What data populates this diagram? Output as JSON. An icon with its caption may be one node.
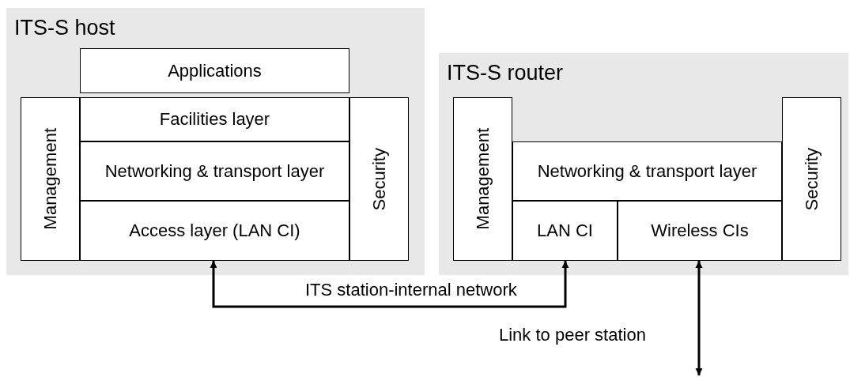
{
  "diagram": {
    "nodes": [
      {
        "text": [
          "ITS-S host"
        ]
      },
      {
        "text": [
          "Applications"
        ],
        "in": 0
      },
      {
        "text": [
          "Management"
        ],
        "in": 0
      },
      {
        "text": [
          "Facilities layer"
        ],
        "in": 0
      },
      {
        "text": [
          "Networking & transport layer"
        ],
        "in": 0
      },
      {
        "text": [
          "Access layer (LAN CI)"
        ],
        "in": 0
      },
      {
        "text": [
          "Security"
        ],
        "in": 0
      },
      {
        "text": [
          "ITS-S router"
        ]
      },
      {
        "text": [
          "Management"
        ],
        "in": 7
      },
      {
        "text": [
          "Networking & transport layer"
        ],
        "in": 7
      },
      {
        "text": [
          "LAN CI"
        ],
        "in": 7
      },
      {
        "text": [
          "Wireless CIs"
        ],
        "in": 7
      },
      {
        "text": [
          "Security"
        ],
        "in": 7
      }
    ],
    "edges": [
      {
        "from": 5,
        "to": 10,
        "arrow": "both",
        "label": "ITS station-internal network"
      },
      {
        "from": 11,
        "to": null,
        "arrow": "both",
        "label": "Link to peer station"
      }
    ]
  }
}
